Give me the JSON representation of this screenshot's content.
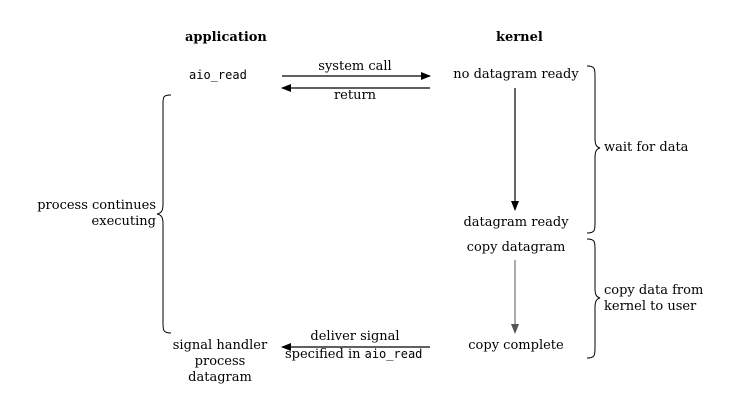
{
  "headers": {
    "application": "application",
    "kernel": "kernel"
  },
  "application": {
    "call": "aio_read",
    "continues_line1": "process continues",
    "continues_line2": "executing",
    "handler_line1": "signal handler",
    "handler_line2": "process",
    "handler_line3": "datagram"
  },
  "arrows": {
    "system_call": "system call",
    "return": "return",
    "deliver_line1": "deliver signal",
    "deliver_line2_prefix": "specified in ",
    "deliver_line2_code": "aio_read"
  },
  "kernel": {
    "no_datagram": "no datagram ready",
    "datagram_ready": "datagram ready",
    "copy_datagram": "copy datagram",
    "copy_complete": "copy complete"
  },
  "phases": {
    "wait": "wait for data",
    "copy_line1": "copy data from",
    "copy_line2": "kernel to user"
  },
  "colors": {
    "ink": "#000000",
    "copy_arrow": "#555555"
  }
}
